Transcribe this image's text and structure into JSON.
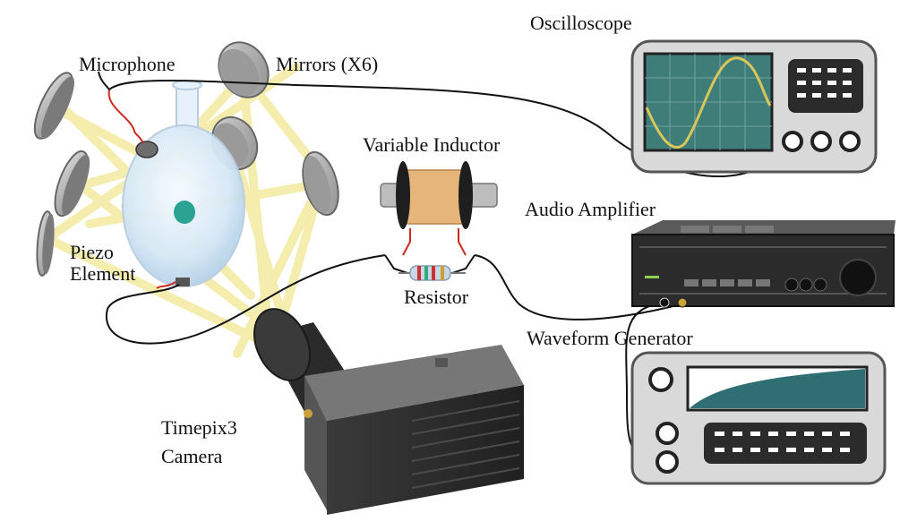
{
  "labels": {
    "oscilloscope": "Oscilloscope",
    "microphone": "Microphone",
    "mirrors": "Mirrors (X6)",
    "variable_inductor": "Variable Inductor",
    "audio_amplifier": "Audio Amplifier",
    "piezo_element": "Piezo Element",
    "resistor": "Resistor",
    "waveform_generator": "Waveform Generator",
    "camera": "Timepix3 Camera"
  },
  "colors": {
    "beam": "#f3eba0",
    "flask": "#dbeaf7",
    "oscilloscope_screen": "#3f7d79",
    "trace": "#d8c65a",
    "inductor_coil": "#e5b57a",
    "waveform_fill": "#2f6f73",
    "device_dark": "#2b2b2b",
    "wire": "#111111",
    "lead": "#cc2a1e"
  }
}
